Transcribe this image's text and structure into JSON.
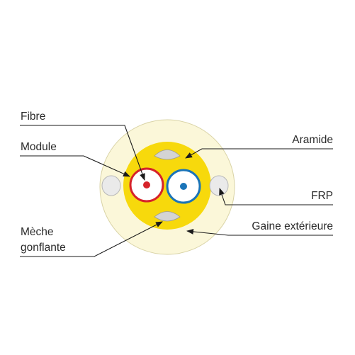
{
  "labels": {
    "fibre": "Fibre",
    "module": "Module",
    "aramide": "Aramide",
    "frp": "FRP",
    "gaine": "Gaine extérieure",
    "meche_line1": "Mèche",
    "meche_line2": "gonflante"
  },
  "colors": {
    "outer_sheath": "#fbf7d9",
    "aramid_core": "#f7d90c",
    "module_red": "#d6232a",
    "module_blue": "#1a74b8",
    "frp_rod": "#eaeaea",
    "swelling_yarn": "#d4d4d4",
    "leader_lines": "#1a1a1a"
  }
}
